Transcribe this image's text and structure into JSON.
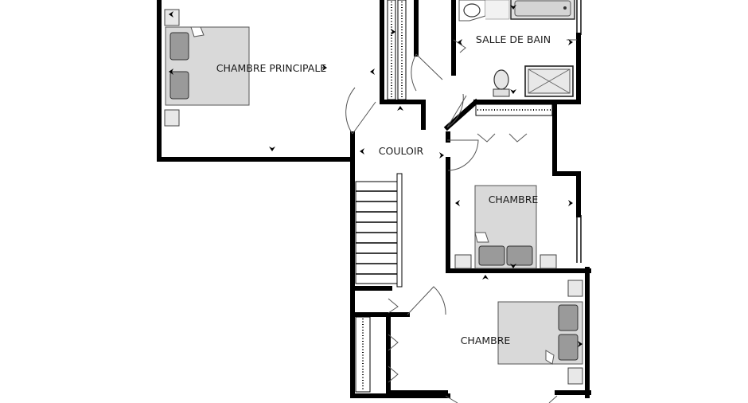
{
  "rooms": {
    "master_bedroom": "CHAMBRE PRINCIPALE",
    "bathroom": "SALLE DE BAIN",
    "hallway": "COULOIR",
    "bedroom_2": "CHAMBRE",
    "bedroom_3": "CHAMBRE"
  }
}
